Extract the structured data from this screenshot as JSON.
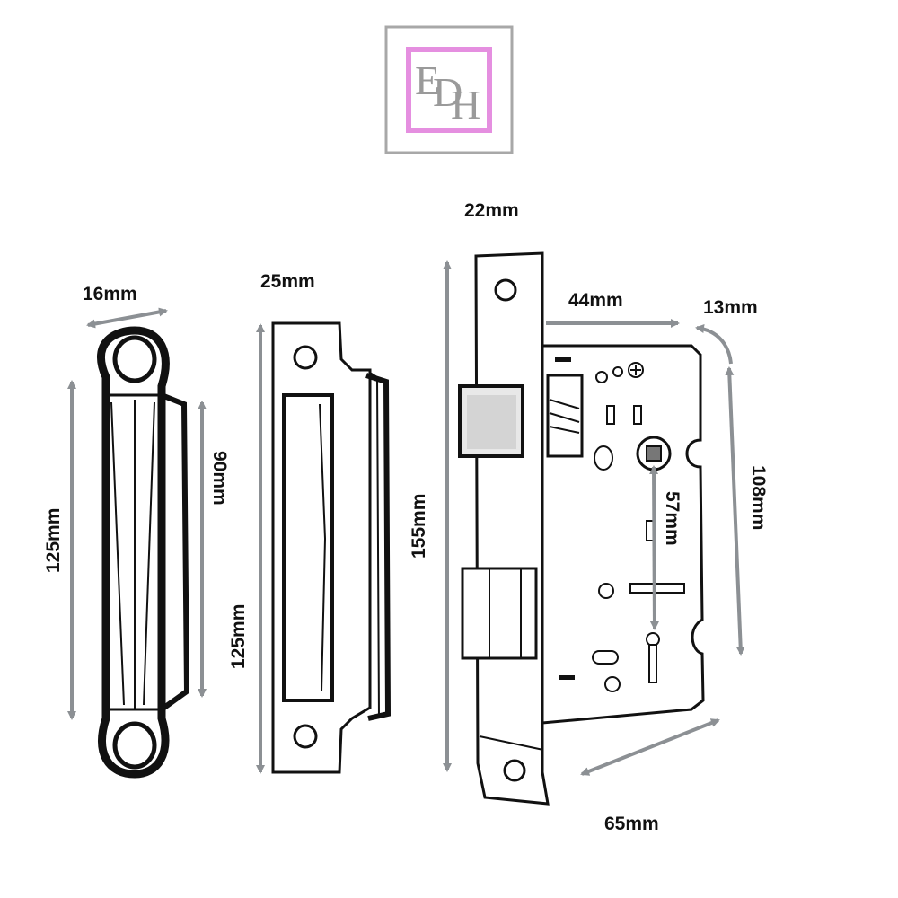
{
  "logo": {
    "letters": [
      "E",
      "D",
      "H"
    ],
    "frame_color": "#a8a8a8",
    "accent_color": "#e58fe0"
  },
  "dimensions": {
    "tube_latch_width": "16mm",
    "tube_latch_height": "125mm",
    "tube_latch_inner": "90mm",
    "strike_plate_width": "25mm",
    "strike_plate_height": "125mm",
    "faceplate_width": "22mm",
    "faceplate_height": "155mm",
    "backset": "44mm",
    "case_depth": "13mm",
    "case_height": "108mm",
    "centres": "57mm",
    "case_width": "65mm"
  },
  "colors": {
    "arrow": "#8c9094",
    "ink": "#111111",
    "text": "#111111"
  }
}
